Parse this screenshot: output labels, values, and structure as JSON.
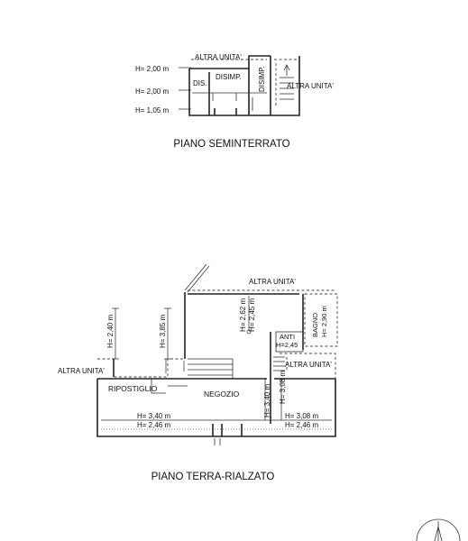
{
  "basement": {
    "title": "PIANO SEMINTERRATO",
    "heights": [
      "H= 2,00 m",
      "H= 2,00 m",
      "H= 1,05 m"
    ],
    "rooms": {
      "dis": "DIS.",
      "disimp_a": "DISIMP.",
      "disimp_b": "DISIMP."
    },
    "neighbors": [
      "ALTRA UNITA'",
      "ALTRA UNITA'"
    ]
  },
  "ground": {
    "title": "PIANO TERRA-RIALZATO",
    "neighbors": [
      "ALTRA UNITA'",
      "ALTRA UNITA'",
      "ALTRA UNITA'"
    ],
    "rooms": {
      "negozio": "NEGOZIO",
      "ripostiglio": "RIPOSTIGLIO",
      "anti": "ANTI",
      "anti_h": "H=2,45",
      "bagno": "BAGNO",
      "bagno_h": "H= 2,90 m"
    },
    "vertical_heights": {
      "h240": "H= 2,40 m",
      "h385": "H= 3,85 m",
      "h262": "H= 2,62 m",
      "h245": "H= 2,45 m",
      "h340": "H= 3,40 m",
      "h308": "H= 3,08 m"
    },
    "horizontal_heights": {
      "left_top": "H= 3,40 m",
      "left_bottom": "H= 2,46 m",
      "right_top": "H= 3,08 m",
      "right_bottom": "H= 2,46 m"
    }
  }
}
